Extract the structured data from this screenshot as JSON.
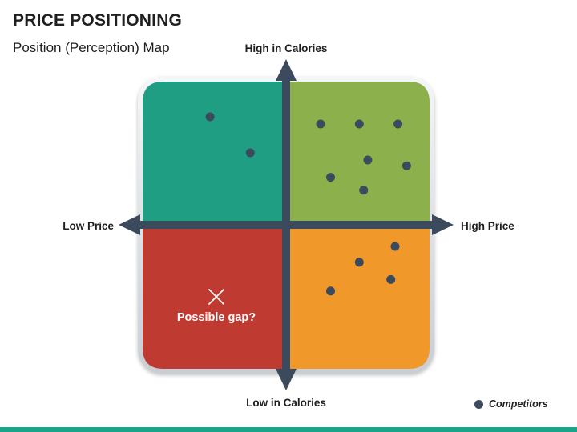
{
  "header": {
    "title": "PRICE POSITIONING",
    "subtitle": "Position (Perception) Map"
  },
  "axes": {
    "top": "High in Calories",
    "bottom": "Low in Calories",
    "left": "Low Price",
    "right": "High Price"
  },
  "quadrants": {
    "low_price_high_calories": {
      "color": "#1f9e83"
    },
    "high_price_high_calories": {
      "color": "#8cb04b"
    },
    "low_price_low_calories": {
      "color": "#bf3a30"
    },
    "high_price_low_calories": {
      "color": "#f0992a"
    }
  },
  "gap_marker": {
    "label": "Possible gap?",
    "icon": "x-mark-icon"
  },
  "competitors": {
    "color": "#3b4a5c",
    "points": [
      {
        "price": -0.53,
        "calories": 0.75
      },
      {
        "price": -0.25,
        "calories": 0.5
      },
      {
        "price": 0.24,
        "calories": 0.7
      },
      {
        "price": 0.51,
        "calories": 0.7
      },
      {
        "price": 0.78,
        "calories": 0.7
      },
      {
        "price": 0.57,
        "calories": 0.45
      },
      {
        "price": 0.84,
        "calories": 0.41
      },
      {
        "price": 0.31,
        "calories": 0.33
      },
      {
        "price": 0.54,
        "calories": 0.24
      },
      {
        "price": 0.76,
        "calories": -0.15
      },
      {
        "price": 0.51,
        "calories": -0.26
      },
      {
        "price": 0.73,
        "calories": -0.38
      },
      {
        "price": 0.31,
        "calories": -0.46
      }
    ]
  },
  "legend": {
    "label": "Competitors"
  }
}
